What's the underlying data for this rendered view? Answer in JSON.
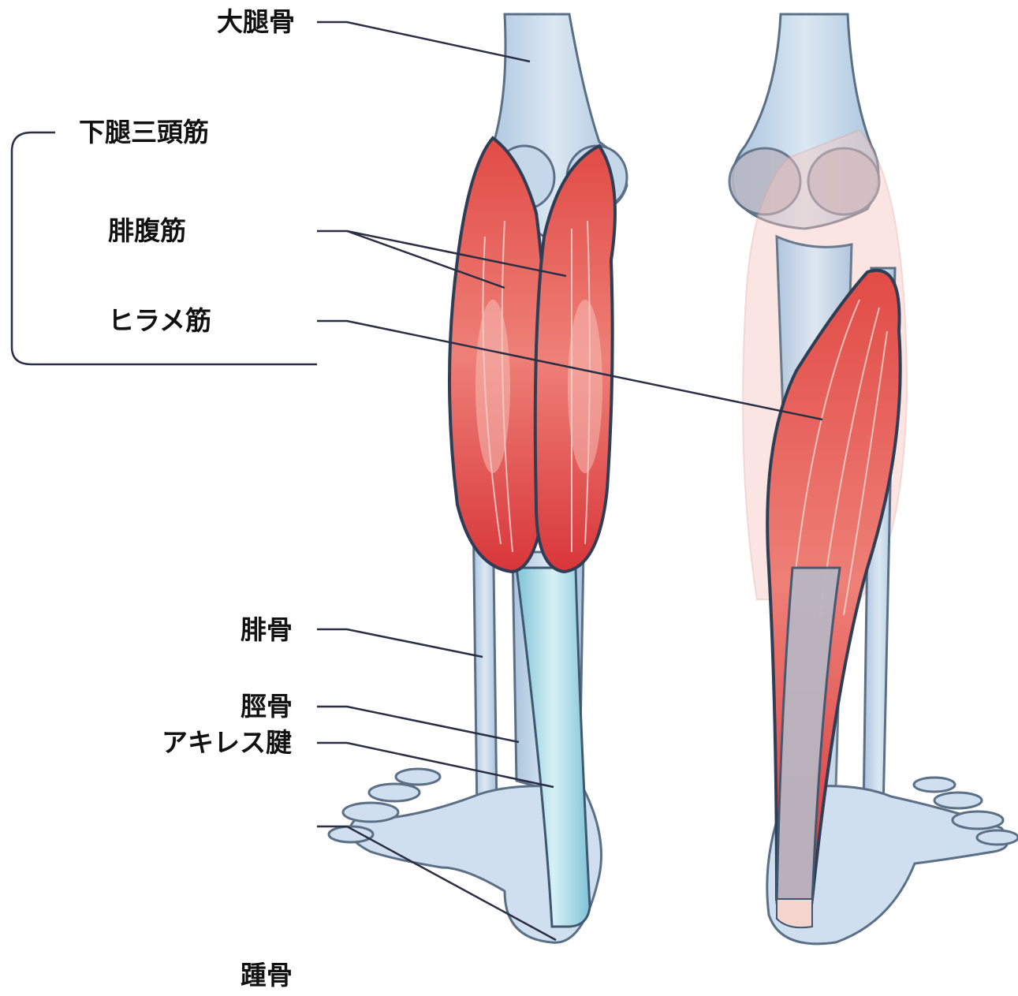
{
  "labels": {
    "femur": "大腿骨",
    "triceps_surae": "下腿三頭筋",
    "gastrocnemius": "腓腹筋",
    "soleus": "ヒラメ筋",
    "fibula": "腓骨",
    "tibia": "脛骨",
    "achilles_tendon": "アキレス腱",
    "calcaneus": "踵骨"
  },
  "colors": {
    "bone": "#c9dcec",
    "bone_outline": "#5b6f86",
    "muscle": "#e0574f",
    "muscle_light": "#f3a79c",
    "tendon": "#a9dbe6",
    "leader_line": "#2b2f45"
  }
}
